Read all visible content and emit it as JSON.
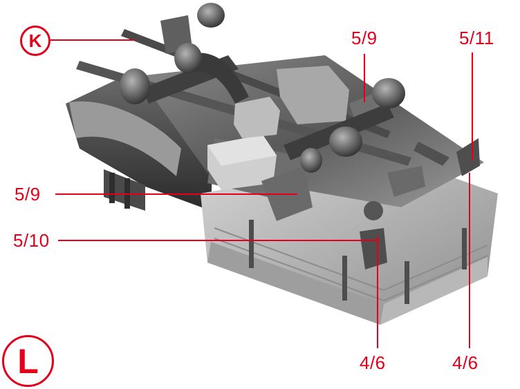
{
  "markers": {
    "k": "K",
    "l": "L"
  },
  "callouts": [
    "5/9",
    "5/11",
    "5/9",
    "5/10",
    "4/6",
    "4/6"
  ],
  "colors": {
    "callout": "#e3001b",
    "model_dark": "#3a3a3a",
    "model_mid": "#7a7a7a",
    "model_light": "#bcbcbc"
  }
}
